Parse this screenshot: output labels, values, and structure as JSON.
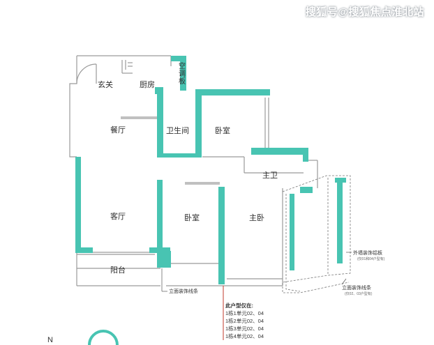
{
  "watermark": "搜狐号@搜狐焦点淮北站",
  "rooms": {
    "foyer": "玄关",
    "kitchen": "厨房",
    "ac_panel": "空调板",
    "dining": "餐厅",
    "bathroom": "卫生间",
    "bedroom_1": "卧室",
    "master_bath": "主卫",
    "living": "客厅",
    "bedroom_2": "卧室",
    "master_bedroom": "主卧",
    "balcony": "阳台"
  },
  "annotations": {
    "facade_line": "立面装饰线条",
    "exterior_panel": "外墙装饰铝板",
    "exterior_panel_note": "(仅01和04户型有)",
    "facade_line_right": "立面装饰线条",
    "facade_line_right_note": "(仅02、03户型有)"
  },
  "unit_note": {
    "title": "此户型仅在:",
    "lines": [
      "1栋1单元02、04",
      "1栋2单元02、04",
      "1栋3单元02、04",
      "1栋4单元02、04"
    ]
  },
  "compass": {
    "label": "N"
  },
  "colors": {
    "wall": "#48c4b2",
    "outline": "#9a9a9a",
    "leader": "#c0392b"
  }
}
